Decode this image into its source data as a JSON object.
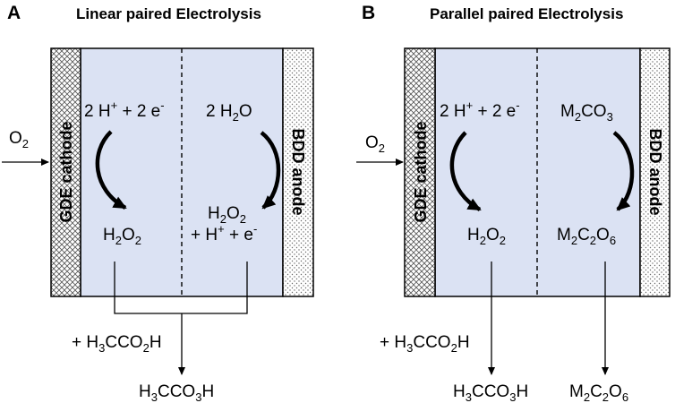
{
  "panel_a": {
    "letter": "A",
    "title": "Linear paired Electrolysis",
    "cathode_label": "GDE cathode",
    "anode_label": "BDD anode",
    "oxygen_input": {
      "symbol": "O",
      "sub": "2"
    },
    "cathode_reactant": {
      "pre": "2 H",
      "sup1": "+",
      "mid": " + 2 e",
      "sup2": "-"
    },
    "cathode_product": {
      "a": "H",
      "s1": "2",
      "b": "O",
      "s2": "2"
    },
    "anode_reactant": {
      "a": "2 H",
      "s1": "2",
      "b": "O"
    },
    "anode_product_line1": {
      "a": "H",
      "s1": "2",
      "b": "O",
      "s2": "2"
    },
    "anode_product_line2": {
      "pre": "+ H",
      "sup1": "+",
      "mid": " + e",
      "sup2": "-"
    },
    "additive": {
      "a": "+ H",
      "s1": "3",
      "b": "CCO",
      "s2": "2",
      "c": "H"
    },
    "output": {
      "a": "H",
      "s1": "3",
      "b": "CCO",
      "s2": "3",
      "c": "H"
    }
  },
  "panel_b": {
    "letter": "B",
    "title": "Parallel paired Electrolysis",
    "cathode_label": "GDE cathode",
    "anode_label": "BDD anode",
    "oxygen_input": {
      "symbol": "O",
      "sub": "2"
    },
    "cathode_reactant": {
      "pre": "2 H",
      "sup1": "+",
      "mid": " + 2 e",
      "sup2": "-"
    },
    "cathode_product": {
      "a": "H",
      "s1": "2",
      "b": "O",
      "s2": "2"
    },
    "anode_reactant": {
      "a": "M",
      "s1": "2",
      "b": "CO",
      "s2": "3"
    },
    "anode_product": {
      "a": "M",
      "s1": "2",
      "b": "C",
      "s2": "2",
      "c": "O",
      "s3": "6"
    },
    "additive": {
      "a": "+ H",
      "s1": "3",
      "b": "CCO",
      "s2": "2",
      "c": "H"
    },
    "output_left": {
      "a": "H",
      "s1": "3",
      "b": "CCO",
      "s2": "3",
      "c": "H"
    },
    "output_right": {
      "a": "M",
      "s1": "2",
      "b": "C",
      "s2": "2",
      "c": "O",
      "s3": "6"
    }
  },
  "colors": {
    "chamber_fill": "#dbe2f3",
    "electrode_fill": "#ffffff",
    "stroke": "#000000"
  }
}
